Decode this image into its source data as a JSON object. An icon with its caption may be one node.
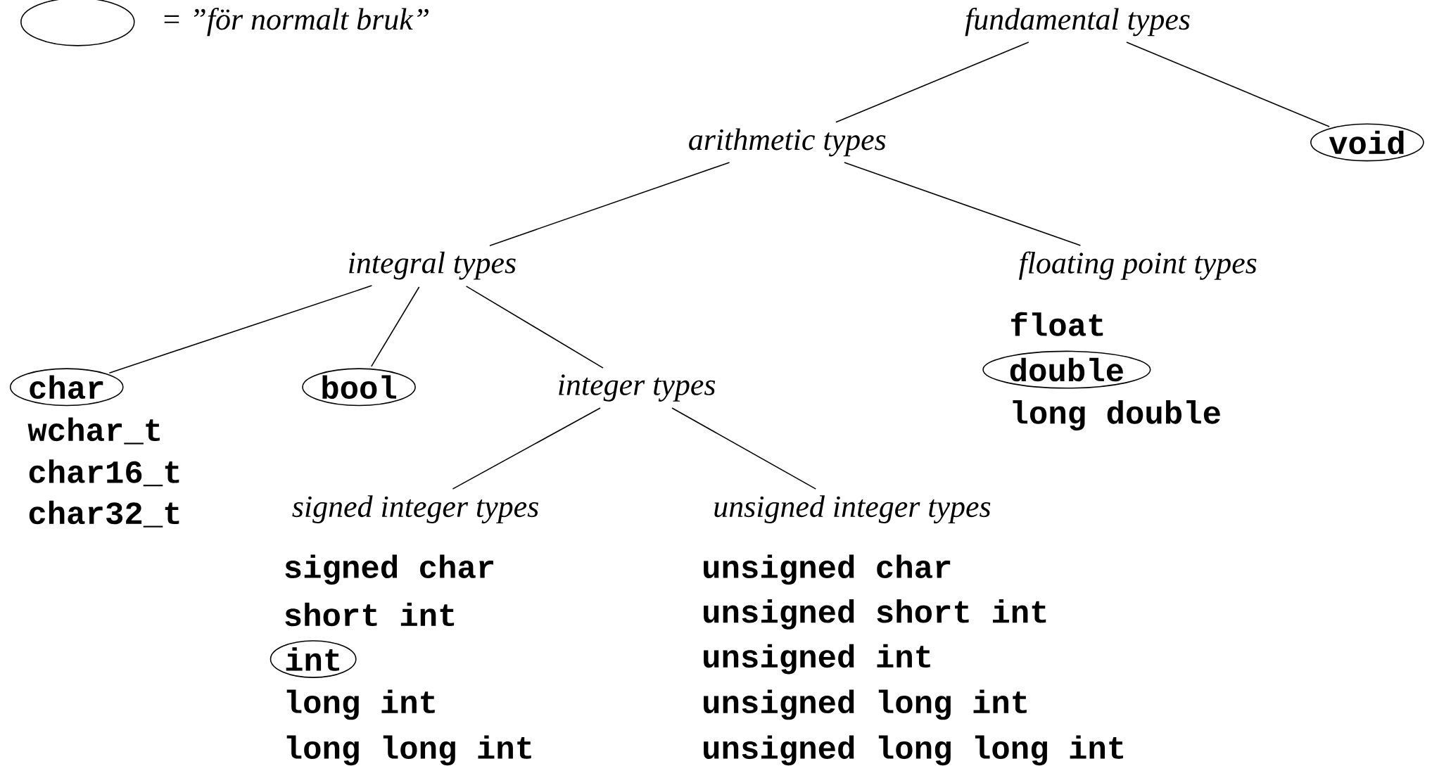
{
  "diagram": {
    "nodes": [
      {
        "text": [
          "fundamental types"
        ]
      },
      {
        "text": [
          "arithmetic types"
        ]
      },
      {
        "text": [
          "void"
        ]
      },
      {
        "text": [
          "integral types"
        ]
      },
      {
        "text": [
          "floating point types"
        ]
      },
      {
        "text": [
          "char"
        ]
      },
      {
        "text": [
          "bool"
        ]
      },
      {
        "text": [
          "integer types"
        ]
      },
      {
        "text": [
          "double"
        ]
      },
      {
        "text": [
          "signed integer types"
        ]
      },
      {
        "text": [
          "unsigned integer types"
        ]
      },
      {
        "text": [
          "int"
        ]
      }
    ],
    "edges": [
      {
        "from": 0,
        "to": 1,
        "arrow": "none"
      },
      {
        "from": 0,
        "to": 2,
        "arrow": "none"
      },
      {
        "from": 1,
        "to": 3,
        "arrow": "none"
      },
      {
        "from": 1,
        "to": 4,
        "arrow": "none"
      },
      {
        "from": 3,
        "to": 5,
        "arrow": "none"
      },
      {
        "from": 3,
        "to": 6,
        "arrow": "none"
      },
      {
        "from": 3,
        "to": 7,
        "arrow": "none"
      },
      {
        "from": 7,
        "to": 9,
        "arrow": "none"
      },
      {
        "from": 7,
        "to": 10,
        "arrow": "none"
      }
    ],
    "labels": [
      "float",
      "long double",
      "wchar_t",
      "char16_t",
      "char32_t",
      "signed char",
      "short int",
      "long int",
      "long long int",
      "unsigned char",
      "unsigned short int",
      "unsigned int",
      "unsigned long int",
      "unsigned long long int"
    ],
    "legend": [
      {
        "text": "= ”för normalt bruk”"
      }
    ]
  }
}
